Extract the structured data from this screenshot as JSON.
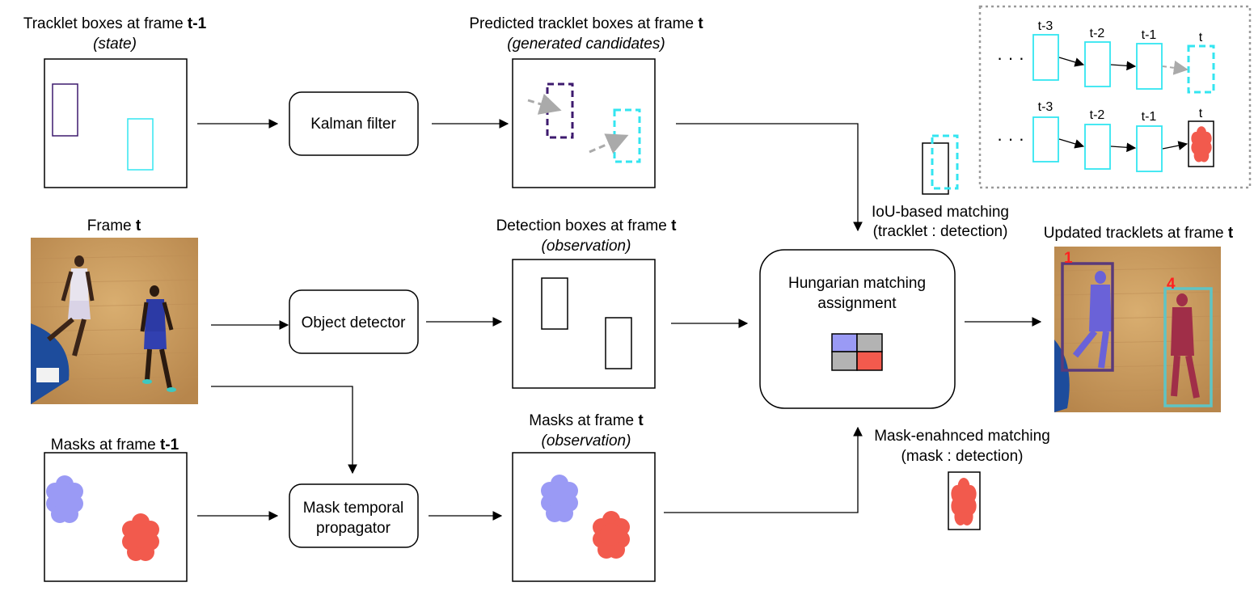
{
  "labels": {
    "tracklet_prev_1": "Tracklet boxes at frame ",
    "tracklet_prev_2": "t-1",
    "tracklet_prev_sub": "(state)",
    "predicted_1": "Predicted tracklet boxes at frame ",
    "predicted_2": "t",
    "predicted_sub": "(generated candidates)",
    "frame_1": "Frame ",
    "frame_2": "t",
    "detection_1": "Detection boxes at frame ",
    "detection_2": "t",
    "detection_sub": "(observation)",
    "masks_prev_1": "Masks at frame ",
    "masks_prev_2": "t-1",
    "masks_t_1": "Masks at frame ",
    "masks_t_2": "t",
    "masks_t_sub": "(observation)",
    "iou_line1": "IoU-based matching",
    "iou_line2": "(tracklet : detection)",
    "mask_line1": "Mask-enahnced matching",
    "mask_line2": "(mask : detection)",
    "updated_1": "Updated tracklets at frame ",
    "updated_2": "t"
  },
  "blocks": {
    "kalman": "Kalman filter",
    "detector": "Object detector",
    "propagator_line1": "Mask temporal",
    "propagator_line2": "propagator",
    "hungarian_line1": "Hungarian matching",
    "hungarian_line2": "assignment"
  },
  "inset": {
    "ellipsis": "· · ·",
    "row1_labels": [
      "t-3",
      "t-2",
      "t-1",
      "t"
    ],
    "row2_labels": [
      "t-3",
      "t-2",
      "t-1",
      "t"
    ]
  },
  "output_ids": [
    "1",
    "4"
  ],
  "colors": {
    "purple_box": "#3d1a6e",
    "cyan_box": "#33e5f0",
    "mask_blue": "#9a9af5",
    "mask_red": "#f25a4d",
    "court": "#c99a5e",
    "gray_arrow": "#aaaaaa",
    "id_red": "#ff2020",
    "cell_gray": "#b3b3b3"
  }
}
